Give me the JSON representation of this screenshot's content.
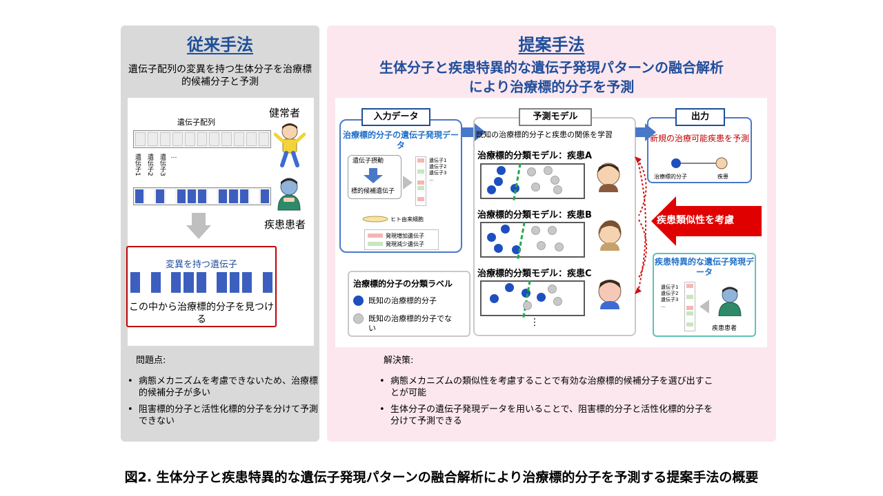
{
  "left": {
    "title": "従来手法",
    "description": "遺伝子配列の変異を持つ生体分子を治療標的候補分子と予測",
    "sequence_label": "遺伝子配列",
    "gene_labels": [
      "遺伝子1",
      "遺伝子2",
      "遺伝子3",
      "…"
    ],
    "healthy_label": "健常者",
    "patient_label": "疾患患者",
    "mutated_title": "変異を持つ遺伝子",
    "mutated_text": "この中から治療標的分子を見つける",
    "problems_title": "問題点:",
    "problems": [
      "病態メカニズムを考慮できないため、治療標的候補分子が多い",
      "阻害標的分子と活性化標的分子を分けて予測できない"
    ]
  },
  "right": {
    "title": "提案手法",
    "subtitle_line1": "生体分子と疾患特異的な遺伝子発現パターンの融合解析",
    "subtitle_line2": "により治療標的分子を予測",
    "input": {
      "head": "入力データ",
      "subtitle": "治療標的分子の遺伝子発現データ",
      "perturbation": "遺伝子摂動",
      "candidate": "標的候補遺伝子",
      "cells": "ヒト由来細胞",
      "genes": [
        "遺伝子1",
        "遺伝子2",
        "遺伝子3",
        "…"
      ],
      "up": "発現増加遺伝子",
      "down": "発現減少遺伝子"
    },
    "prediction": {
      "head": "予測モデル",
      "description": "既知の治療標的分子と疾患の関係を学習",
      "models": [
        "治療標的分類モデル：疾患A",
        "治療標的分類モデル：疾患B",
        "治療標的分類モデル：疾患C"
      ],
      "more": "⋮"
    },
    "output": {
      "head": "出力",
      "text": "新規の治療可能疾患を予測",
      "molecule": "治療標的分子",
      "disease": "疾患"
    },
    "similarity": "疾患類似性を考慮",
    "disease_data": {
      "title": "疾患特異的な遺伝子発現データ",
      "genes": [
        "遺伝子1",
        "遺伝子2",
        "遺伝子3",
        "…"
      ],
      "patient": "疾患患者"
    },
    "labels": {
      "title": "治療標的分子の分類ラベル",
      "known": "既知の治療標的分子",
      "not_known": "既知の治療標的分子でない"
    },
    "solutions_title": "解決策:",
    "solutions": [
      "病態メカニズムの類似性を考慮することで有効な治療標的候補分子を選び出すことが可能",
      "生体分子の遺伝子発現データを用いることで、阻害標的分子と活性化標的分子を分けて予測できる"
    ]
  },
  "caption": "図2. 生体分子と疾患特異的な遺伝子発現パターンの融合解析により治療標的分子を予測する提案手法の概要",
  "colors": {
    "title_blue": "#1f4e9a",
    "accent_red": "#c00000",
    "bar_blue": "#3c5fbf",
    "pink_panel": "#fce7ef",
    "gray_panel": "#d9d9d9",
    "green_divider": "#1faa4a"
  }
}
